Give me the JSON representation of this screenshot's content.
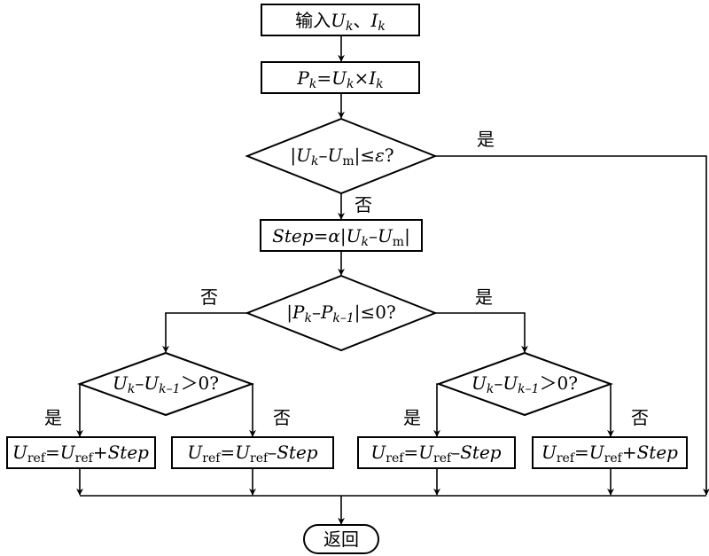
{
  "nodes": {
    "input": {
      "prefix": "输入",
      "u_var": "U",
      "u_sub": "k",
      "sep": "、",
      "i_var": "I",
      "i_sub": "k"
    },
    "power": {
      "p": "P",
      "p_sub": "k",
      "eq": "=",
      "u": "U",
      "u_sub": "k",
      "times": "×",
      "i": "I",
      "i_sub": "k"
    },
    "decision1": {
      "bar_open": "|",
      "u": "U",
      "u_sub": "k",
      "minus": "–",
      "um": "U",
      "um_sub": "m",
      "bar_close": "|",
      "rel": "≤",
      "eps": "ε",
      "q": "?"
    },
    "step": {
      "step": "Step",
      "eq": "=",
      "alpha": "α",
      "bar_open": "|",
      "u": "U",
      "u_sub": "k",
      "minus": "–",
      "um": "U",
      "um_sub": "m",
      "bar_close": "|"
    },
    "decision2": {
      "bar_open": "|",
      "p": "P",
      "p_sub": "k",
      "minus": "–",
      "p2": "P",
      "p2_sub": "k–1",
      "bar_close": "|",
      "rel": "≤0?"
    },
    "decision3_left": {
      "u": "U",
      "u_sub": "k",
      "minus": "–",
      "u2": "U",
      "u2_sub": "k–1",
      "rel": "＞0?"
    },
    "decision3_right": {
      "u": "U",
      "u_sub": "k",
      "minus": "–",
      "u2": "U",
      "u2_sub": "k–1",
      "rel": "＞0?"
    },
    "box1": {
      "u": "U",
      "u_sub": "ref",
      "eq": "=",
      "u2": "U",
      "u2_sub": "ref",
      "op": "+",
      "step": "Step"
    },
    "box2": {
      "u": "U",
      "u_sub": "ref",
      "eq": "=",
      "u2": "U",
      "u2_sub": "ref",
      "op": "–",
      "step": "Step"
    },
    "box3": {
      "u": "U",
      "u_sub": "ref",
      "eq": "=",
      "u2": "U",
      "u2_sub": "ref",
      "op": "–",
      "step": "Step"
    },
    "box4": {
      "u": "U",
      "u_sub": "ref",
      "eq": "=",
      "u2": "U",
      "u2_sub": "ref",
      "op": "+",
      "step": "Step"
    },
    "return": {
      "label": "返回"
    }
  },
  "labels": {
    "d1_yes": "是",
    "d1_no": "否",
    "d2_no": "否",
    "d2_yes": "是",
    "d3l_yes": "是",
    "d3l_no": "否",
    "d3r_yes": "是",
    "d3r_no": "否"
  }
}
